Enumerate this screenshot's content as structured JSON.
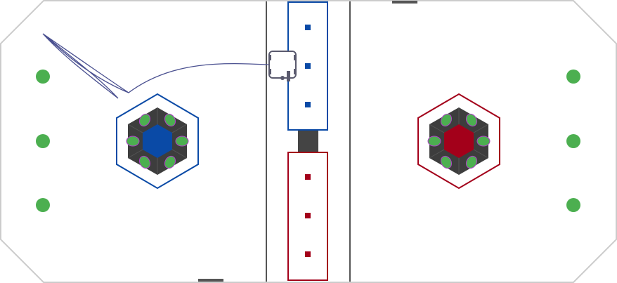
{
  "field": {
    "background_color": "#ffffff",
    "border_color": "#cccccc",
    "lane_line_color": "#555555"
  },
  "colors": {
    "blue_alliance": "#0a4aa6",
    "red_alliance": "#a3001a",
    "green_element": "#4caf50",
    "hex_dark": "#3d3d3d",
    "magenta_trim": "#b040c8",
    "robot_outline": "#5a5a6e",
    "path_line": "#4a5090",
    "divider_block": "#444444"
  },
  "game": {
    "blue_hub": {
      "alliance": "blue",
      "icon": "hexagon-hub-icon"
    },
    "red_hub": {
      "alliance": "red",
      "icon": "hexagon-hub-icon"
    },
    "left_starting_markers": 3,
    "right_starting_markers": 3,
    "blue_zone_markers": 3,
    "red_zone_markers": 3,
    "robot": {
      "icon": "robot-icon"
    }
  }
}
